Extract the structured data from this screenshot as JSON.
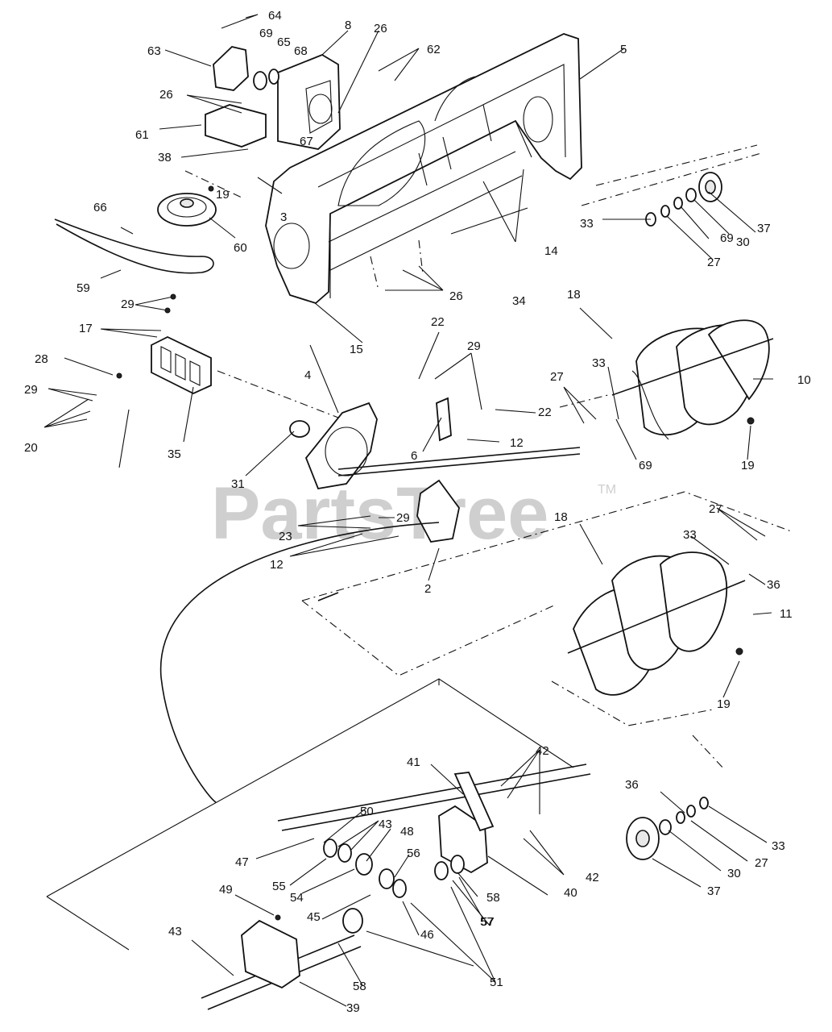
{
  "watermark": {
    "text": "PartsTree",
    "trademark": "TM"
  },
  "callouts": [
    "64",
    "8",
    "26",
    "63",
    "69",
    "65",
    "68",
    "62",
    "5",
    "26",
    "61",
    "67",
    "38",
    "3",
    "19",
    "60",
    "66",
    "59",
    "33",
    "37",
    "69",
    "30",
    "27",
    "14",
    "29",
    "17",
    "26",
    "34",
    "15",
    "18",
    "28",
    "29",
    "20",
    "35",
    "4",
    "22",
    "29",
    "22",
    "12",
    "6",
    "27",
    "33",
    "10",
    "19",
    "69",
    "31",
    "23",
    "29",
    "12",
    "2",
    "18",
    "27",
    "33",
    "36",
    "11",
    "19",
    "41",
    "42",
    "50",
    "43",
    "48",
    "56",
    "47",
    "55",
    "54",
    "45",
    "49",
    "43",
    "46",
    "57",
    "58",
    "51",
    "40",
    "42",
    "58",
    "57",
    "36",
    "33",
    "27",
    "30",
    "37",
    "39"
  ]
}
